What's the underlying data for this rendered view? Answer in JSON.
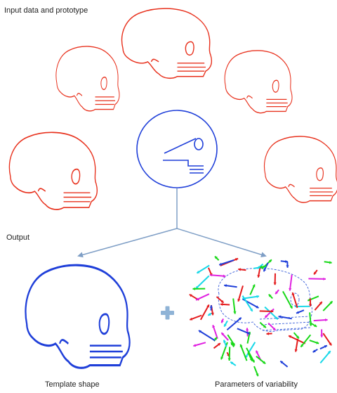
{
  "labels": {
    "input_title": "Input data and prototype",
    "output_title": "Output",
    "template_caption": "Template shape",
    "parameters_caption": "Parameters of variability"
  },
  "colors": {
    "input_skull": "#e8321e",
    "prototype": "#1f3fd9",
    "template": "#1f3fd9",
    "arrow": "#7f9fc6",
    "plus": "#8fb3d6",
    "arrow_palette": [
      "#e41a1c",
      "#1f3fd9",
      "#18d818",
      "#18d8e8",
      "#e020e0"
    ]
  },
  "icons": {
    "input_skull": "skull-outline-icon",
    "prototype": "circle-prototype-icon",
    "template": "template-skull-icon",
    "plus": "plus-icon"
  }
}
